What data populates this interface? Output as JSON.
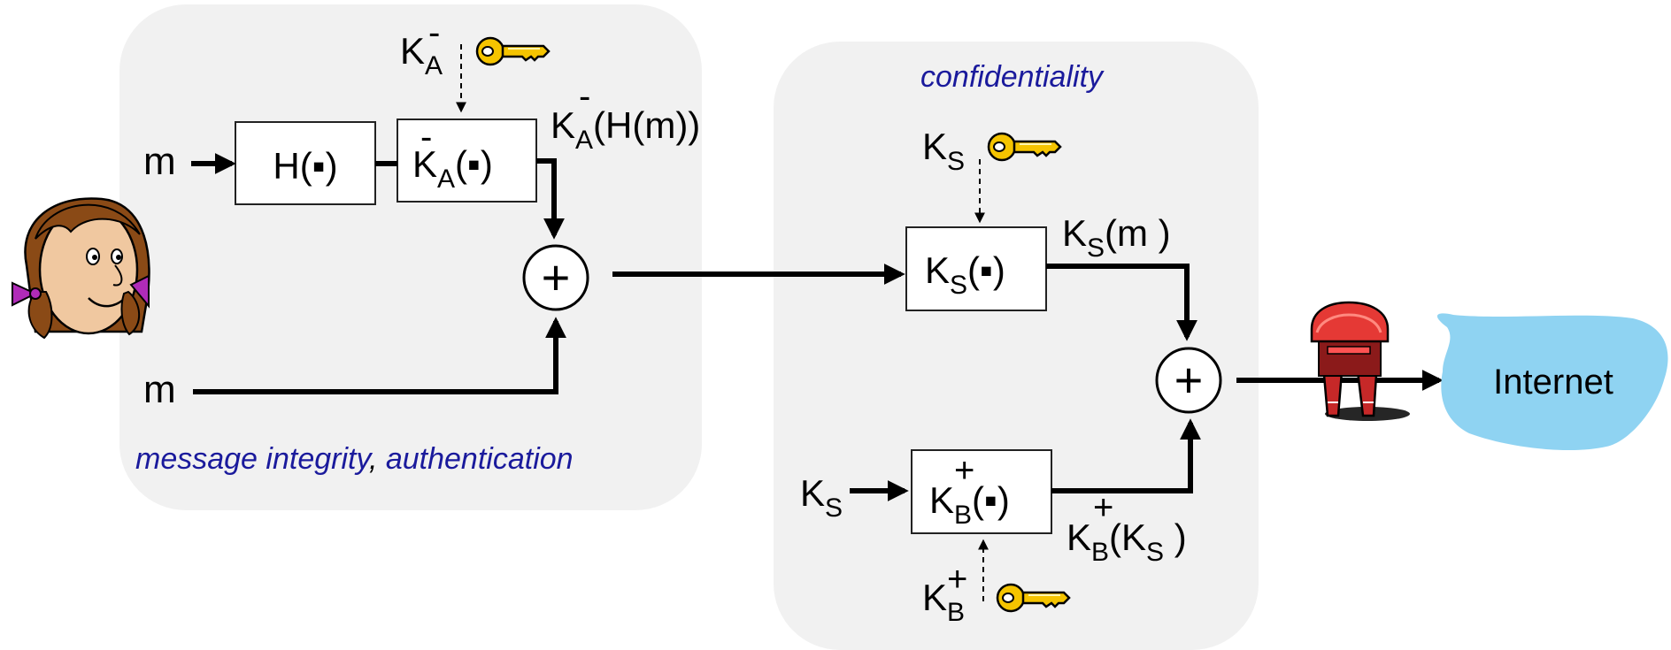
{
  "captions": {
    "integrity": "message integrity",
    "sep": ", ",
    "auth": "authentication",
    "confidentiality": "confidentiality"
  },
  "symbols": {
    "m": "m",
    "K": "K",
    "A": "A",
    "B": "B",
    "S": "S",
    "minus": "-",
    "plus": "+",
    "xor": "+",
    "H_box": "H(▪)",
    "arg_dot": "(▪)",
    "of_Hm": "(H(m))",
    "of_m": "(m )",
    "of_Ks_open": "(K",
    "of_Ks_close": " )"
  },
  "cloud": {
    "label": "Internet",
    "color": "#8fd3f2"
  },
  "colors": {
    "panel": "#f1f1f1",
    "caption": "#1a1a9c",
    "key": "#f5c400",
    "mailbox": "#d2232a"
  },
  "icons": {
    "person": "alice-avatar-icon",
    "key": "key-icon",
    "mailbox": "mailbox-icon"
  }
}
